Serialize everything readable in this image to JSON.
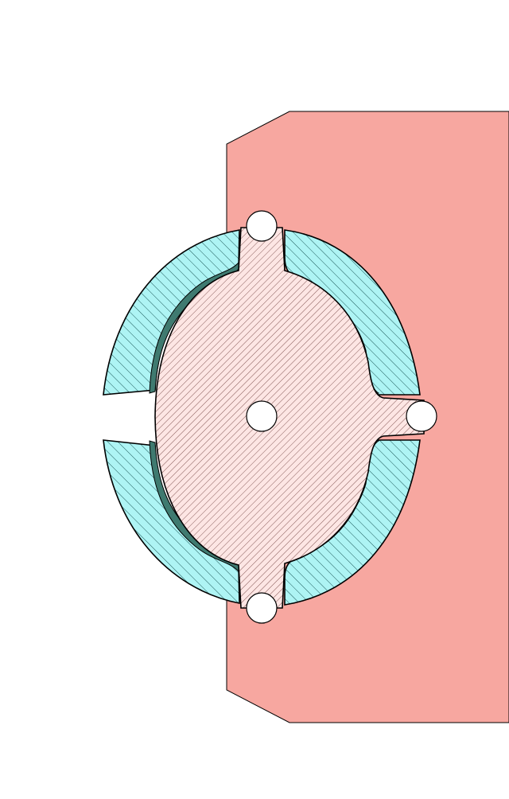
{
  "colors": {
    "background": "#ffffff",
    "housing_fill": "#f7a7a0",
    "rotor_fill": "#fde6e4",
    "rotor_hatch": "#7a4a48",
    "outer_ring_fill": "#aef4f4",
    "outer_ring_hatch": "#1e5a5a",
    "seal_fill": "#3f7a70",
    "hole_fill": "#ffffff",
    "outline": "#000000"
  },
  "icons": [
    "housing-block",
    "outer-ring-upper-left",
    "outer-ring-upper-right",
    "outer-ring-lower-left",
    "outer-ring-lower-right",
    "inner-rotor",
    "pivot-hole"
  ]
}
